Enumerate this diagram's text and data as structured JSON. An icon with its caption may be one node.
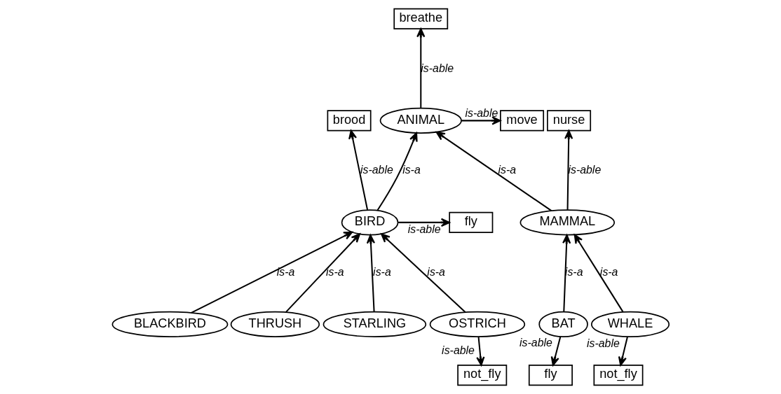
{
  "diagram": {
    "nodes": [
      {
        "text": [
          "ANIMAL"
        ]
      },
      {
        "text": [
          "move"
        ]
      },
      {
        "text": [
          "breathe"
        ]
      },
      {
        "text": [
          "brood"
        ]
      },
      {
        "text": [
          "BIRD"
        ]
      },
      {
        "text": [
          "nurse"
        ]
      },
      {
        "text": [
          "fly"
        ]
      },
      {
        "text": [
          "MAMMAL"
        ]
      },
      {
        "text": [
          "BLACKBIRD"
        ]
      },
      {
        "text": [
          "THRUSH"
        ]
      },
      {
        "text": [
          "STARLING"
        ]
      },
      {
        "text": [
          "OSTRICH"
        ]
      },
      {
        "text": [
          "BAT"
        ]
      },
      {
        "text": [
          "WHALE"
        ]
      },
      {
        "text": [
          "not_fly"
        ]
      },
      {
        "text": [
          "fly"
        ]
      },
      {
        "text": [
          "not_fly"
        ]
      }
    ],
    "edges": [
      {
        "from": 0,
        "to": 1,
        "arrow": "to",
        "label": "is-able"
      },
      {
        "from": 0,
        "to": 2,
        "arrow": "to",
        "label": "is-able"
      },
      {
        "from": 4,
        "to": 3,
        "arrow": "to",
        "label": "is-able"
      },
      {
        "from": 4,
        "to": 0,
        "arrow": "to",
        "label": "is-a"
      },
      {
        "from": 7,
        "to": 0,
        "arrow": "to",
        "label": "is-a"
      },
      {
        "from": 7,
        "to": 5,
        "arrow": "to",
        "label": "is-able"
      },
      {
        "from": 4,
        "to": 6,
        "arrow": "to",
        "label": "is-able"
      },
      {
        "from": 8,
        "to": 4,
        "arrow": "to",
        "label": "is-a"
      },
      {
        "from": 9,
        "to": 4,
        "arrow": "to",
        "label": "is-a"
      },
      {
        "from": 10,
        "to": 4,
        "arrow": "to",
        "label": "is-a"
      },
      {
        "from": 11,
        "to": 4,
        "arrow": "to",
        "label": "is-a"
      },
      {
        "from": 12,
        "to": 7,
        "arrow": "to",
        "label": "is-a"
      },
      {
        "from": 13,
        "to": 7,
        "arrow": "to",
        "label": "is-a"
      },
      {
        "from": 11,
        "to": 14,
        "arrow": "to",
        "label": "is-able"
      },
      {
        "from": 12,
        "to": 15,
        "arrow": "to",
        "label": "is-able"
      },
      {
        "from": 13,
        "to": 16,
        "arrow": "to",
        "label": "is-able"
      }
    ]
  }
}
